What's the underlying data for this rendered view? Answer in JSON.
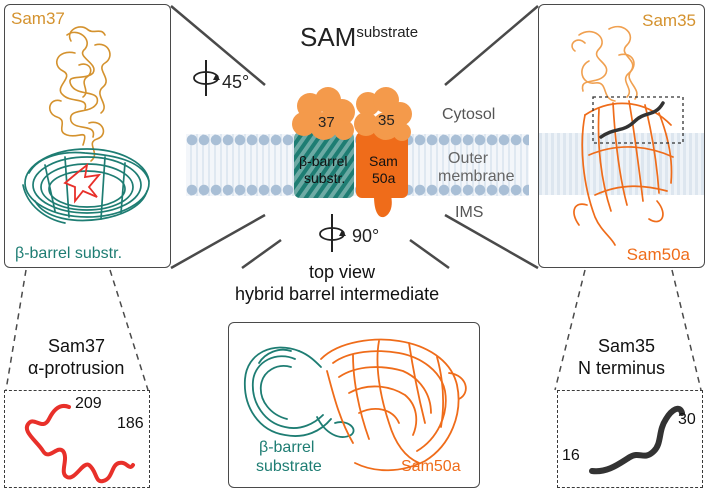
{
  "title": {
    "main": "SAM",
    "sup": "substrate"
  },
  "rotations": {
    "top": "45°",
    "bottom": "90°"
  },
  "layers": {
    "cytosol": "Cytosol",
    "membrane_line1": "Outer",
    "membrane_line2": "membrane",
    "ims": "IMS"
  },
  "complex": {
    "sam37_number": "37",
    "sam35_number": "35",
    "substrate_line1": "β-barrel",
    "substrate_line2": "substr.",
    "sam50_line1": "Sam",
    "sam50_line2": "50a"
  },
  "left_panel": {
    "top_label": "Sam37",
    "bottom_label": "β-barrel substr."
  },
  "right_panel": {
    "top_label": "Sam35",
    "bottom_label": "Sam50a"
  },
  "center_caption": {
    "line1": "top view",
    "line2": "hybrid barrel intermediate"
  },
  "center_panel": {
    "substrate_line1": "β-barrel",
    "substrate_line2": "substrate",
    "sam50_label": "Sam50a"
  },
  "inset_left": {
    "title_line1": "Sam37",
    "title_line2": "α-protrusion",
    "residue_a": "209",
    "residue_b": "186"
  },
  "inset_right": {
    "title_line1": "Sam35",
    "title_line2": "N terminus",
    "residue_a": "16",
    "residue_b": "30"
  },
  "colors": {
    "sam37": "#d4922e",
    "substrate": "#1e7d73",
    "sam50": "#ef6c1a",
    "sam35_orange": "#f49a4b",
    "protrusion": "#e8302a",
    "nterm": "#333333",
    "membrane": "#a9bfd6",
    "frame": "#4a4a4a"
  }
}
